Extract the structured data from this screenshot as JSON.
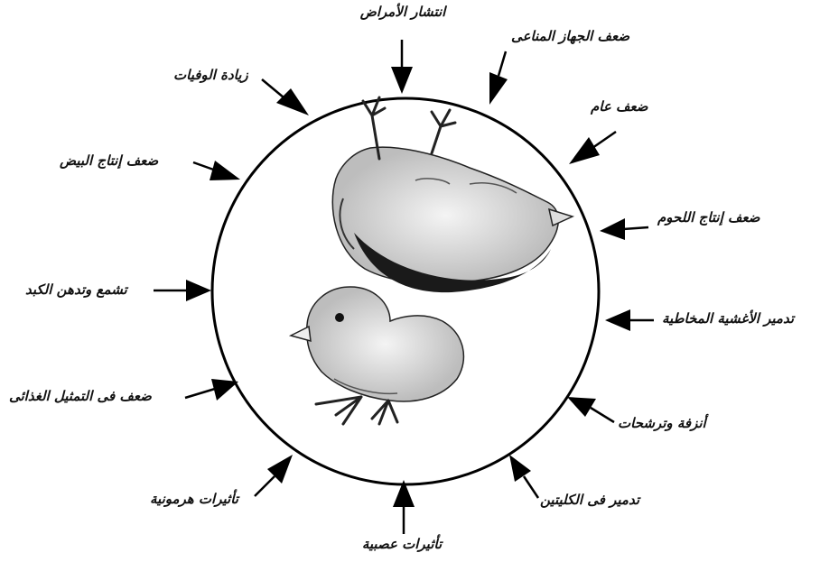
{
  "labels": {
    "spread_diseases": "انتشار الأمراض",
    "immune_weakness": "ضعف الجهاز المناعى",
    "general_weakness": "ضعف عام",
    "meat_production_weakness": "ضعف إنتاج اللحوم",
    "mucous_membrane_damage": "تدمير الأغشية المخاطية",
    "bleeding": "أنزفة وترشحات",
    "kidney_damage": "تدمير فى الكليتين",
    "neuro_effects": "تأثيرات عصبية",
    "hormonal_effects": "تأثيرات هرمونية",
    "metabolism_weakness": "ضعف فى التمثيل الغذائى",
    "fatty_liver": "تشمع وتدهن الكبد",
    "egg_production_weakness": "ضعف إنتاج البيض",
    "mortality_increase": "زيادة الوفيات"
  }
}
